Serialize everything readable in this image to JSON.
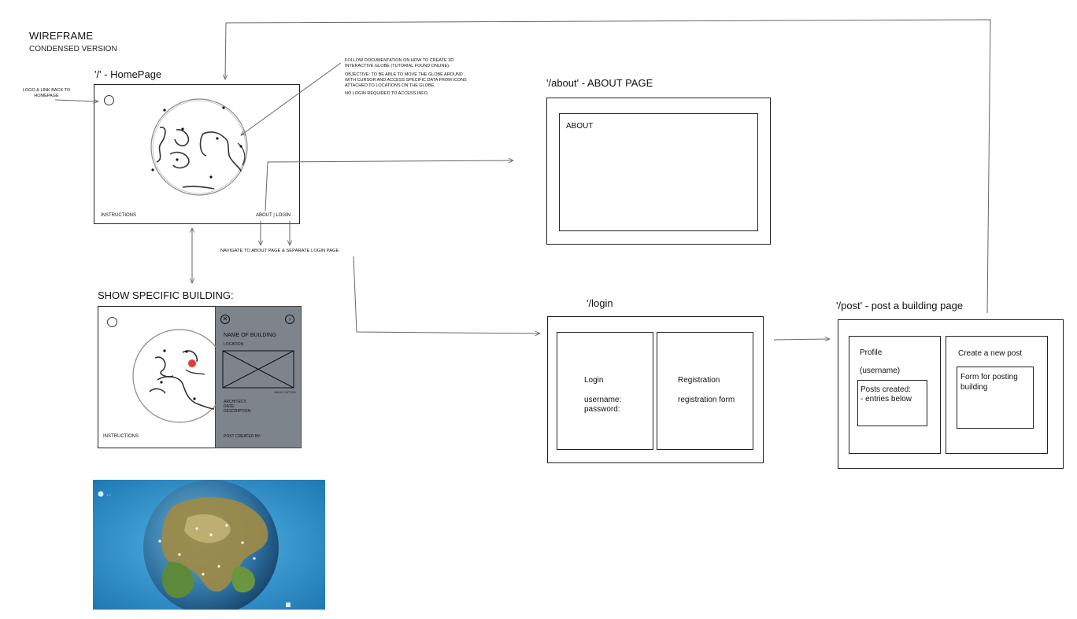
{
  "header": {
    "title": "WIREFRAME",
    "subtitle": "CONDENSED VERSION"
  },
  "home": {
    "route_label": "'/' - HomePage",
    "logo_note": "LOGO & LINK BACK TO HOMEPAGE",
    "instructions": "INSTRUCTIONS",
    "about_login": "ABOUT | LOGIN",
    "globe_note_1": "FOLLOW DOCUMENTATION ON HOW TO CREATE 3D INTERACTIVE GLOBE (TUTORIAL FOUND ONLINE).",
    "globe_note_2": "OBJECTIVE: TO BE ABLE TO MOVE THE GLOBE AROUND WITH CURSOR AND ACCESS SPECIFIC DATA FROM ICONS ATTACHED TO LOCATIONS ON THE GLOBE.",
    "globe_note_3": "NO LOGIN REQUIRED TO ACCESS INFO.",
    "nav_note": "NAVIGATE TO ABOUT PAGE & SEPARATE LOGIN PAGE"
  },
  "building": {
    "section_title": "SHOW SPECIFIC BUILDING:",
    "name": "NAME OF BUILDING",
    "location": "LOCATION",
    "image_caption": "IMAGE CAPTION",
    "architect": "ARCHITECT:",
    "date": "DATE:",
    "description": "DESCRIPTION:",
    "post_created_by": "POST CREATED BY:",
    "instructions": "INSTRUCTIONS",
    "close_icon": "close-icon",
    "next_icon": "chevron-right-icon"
  },
  "about": {
    "route_label": "'/about' - ABOUT PAGE",
    "box_label": "ABOUT"
  },
  "login": {
    "route_label": "'/login",
    "login_title": "Login",
    "username": "username:",
    "password": "password:",
    "registration_title": "Registration",
    "registration_form": "registration form"
  },
  "post": {
    "route_label": "'/post' - post a building page",
    "profile": "Profile",
    "username": "(username)",
    "posts_created": "Posts created:",
    "entries_below": "- entries below",
    "create_post": "Create a new post",
    "form_label": "Form for posting building"
  },
  "colors": {
    "panel_gray": "#7d848c",
    "marker_red": "#e53935",
    "ocean_blue": "#2a8fc9"
  }
}
